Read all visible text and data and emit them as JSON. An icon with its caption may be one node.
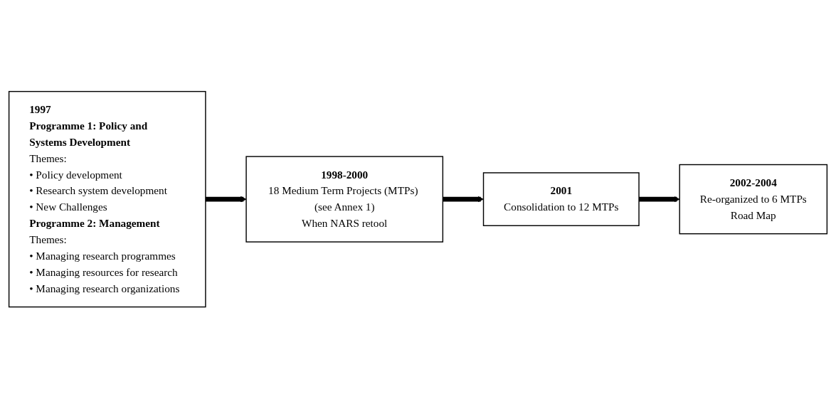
{
  "diagram": {
    "nodes": [
      {
        "text": [
          "1997",
          "Programme 1: Policy and Systems Development",
          "Themes:",
          "• Policy development",
          "• Research system development",
          "• New Challenges",
          "Programme 2: Management",
          "Themes:",
          "• Managing research programmes",
          "• Managing resources for research",
          "• Managing research organizations"
        ]
      },
      {
        "text": [
          "1998-2000",
          "18 Medium Term Projects (MTPs) (see Annex 1)",
          "When NARS retool"
        ]
      },
      {
        "text": [
          "2001",
          "Consolidation to 12 MTPs"
        ]
      },
      {
        "text": [
          "2002-2004",
          "Re-organized to 6 MTPs",
          "Road Map"
        ]
      }
    ],
    "edges": [
      {
        "from": 0,
        "to": 1,
        "arrow": "to"
      },
      {
        "from": 1,
        "to": 2,
        "arrow": "to"
      },
      {
        "from": 2,
        "to": 3,
        "arrow": "to"
      }
    ]
  }
}
